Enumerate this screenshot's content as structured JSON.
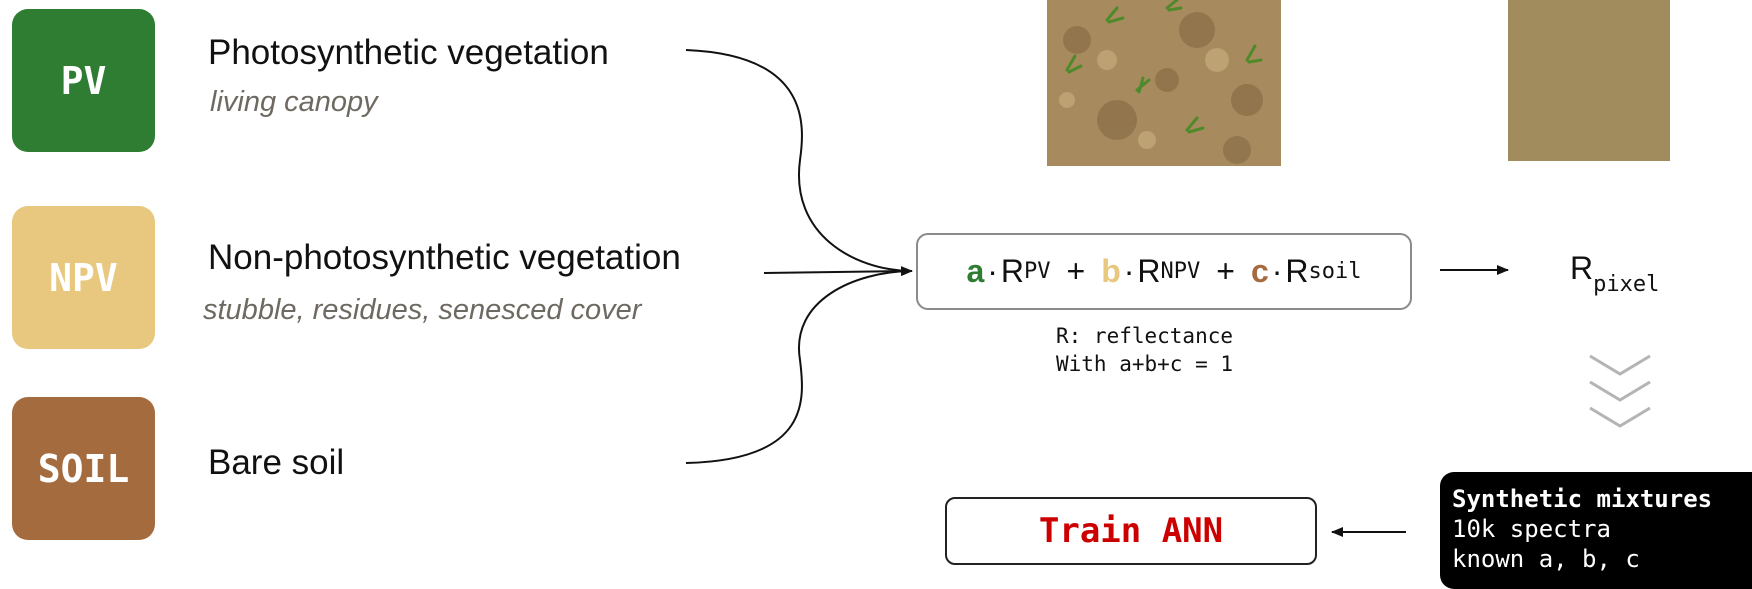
{
  "colors": {
    "pv": "#2e7d32",
    "npv": "#e8c77e",
    "soil": "#a46b3f",
    "soil_swatch": "#a08c5c",
    "train": "#cc0000"
  },
  "endmembers": [
    {
      "badge": "PV",
      "title": "Photosynthetic vegetation",
      "subtitle": "living canopy"
    },
    {
      "badge": "NPV",
      "title": "Non-photosynthetic vegetation",
      "subtitle": "stubble, residues, senesced cover"
    },
    {
      "badge": "SOIL",
      "title": "Bare soil",
      "subtitle": ""
    }
  ],
  "formula": {
    "a": "a",
    "b": "b",
    "c": "c",
    "dot": "·",
    "plus": "+",
    "r": "R",
    "sub_pv": "PV",
    "sub_npv": "NPV",
    "sub_soil": "soil"
  },
  "notes": [
    "R: reflectance",
    "With a+b+c = 1"
  ],
  "result": {
    "r": "R",
    "sub": "pixel"
  },
  "train_label": "Train ANN",
  "synthetic": {
    "heading": "Synthetic mixtures",
    "lines": [
      "10k spectra",
      "known a, b, c"
    ]
  },
  "icons": {
    "chevrons": "triple-chevron-down-icon",
    "arrow": "arrow-icon"
  }
}
